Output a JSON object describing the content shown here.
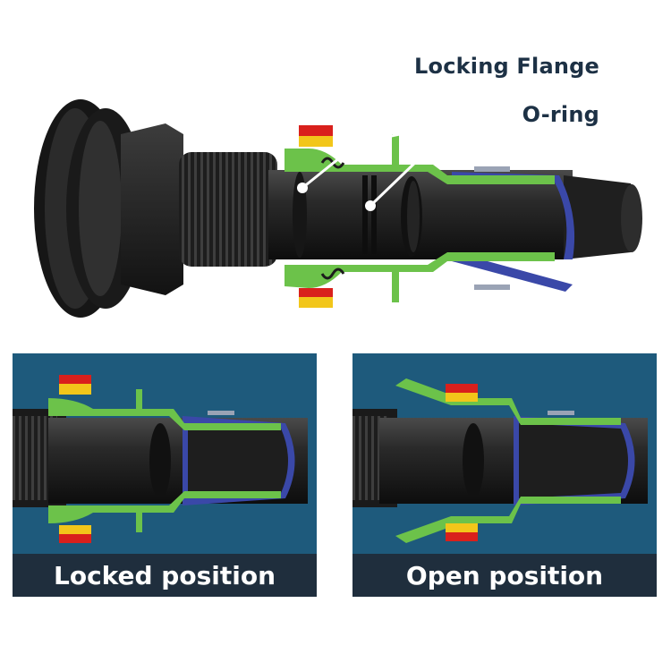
{
  "labels": {
    "locking_flange": "Locking Flange",
    "o_ring": "O-ring"
  },
  "panels": {
    "locked": {
      "caption": "Locked position"
    },
    "open": {
      "caption": "Open position"
    }
  },
  "colors": {
    "title_text": "#1d3145",
    "panel_bg": "#1e5a7c",
    "caption_bg": "#1f2e3d",
    "fitting_green": "#6cc24a",
    "hose_blue": "#3a48a8",
    "body_black": "#1c1c1c",
    "latch_red": "#d9201c",
    "latch_yellow": "#f2c61a"
  }
}
